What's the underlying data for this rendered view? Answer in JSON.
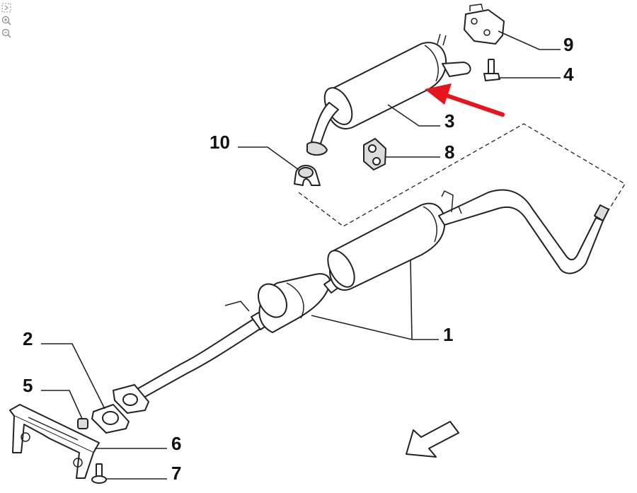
{
  "viewer_tools": [
    {
      "name": "fit-view-icon",
      "label": "fit"
    },
    {
      "name": "zoom-in-icon",
      "label": "zoom in"
    },
    {
      "name": "zoom-out-icon",
      "label": "zoom out"
    }
  ],
  "callouts": {
    "c1": "1",
    "c2": "2",
    "c3": "3",
    "c4": "4",
    "c5": "5",
    "c6": "6",
    "c7": "7",
    "c8": "8",
    "c9": "9",
    "c10": "10"
  },
  "colors": {
    "highlight_arrow": "#e8141b",
    "line": "#222222",
    "shade": "#dcdcdc"
  }
}
